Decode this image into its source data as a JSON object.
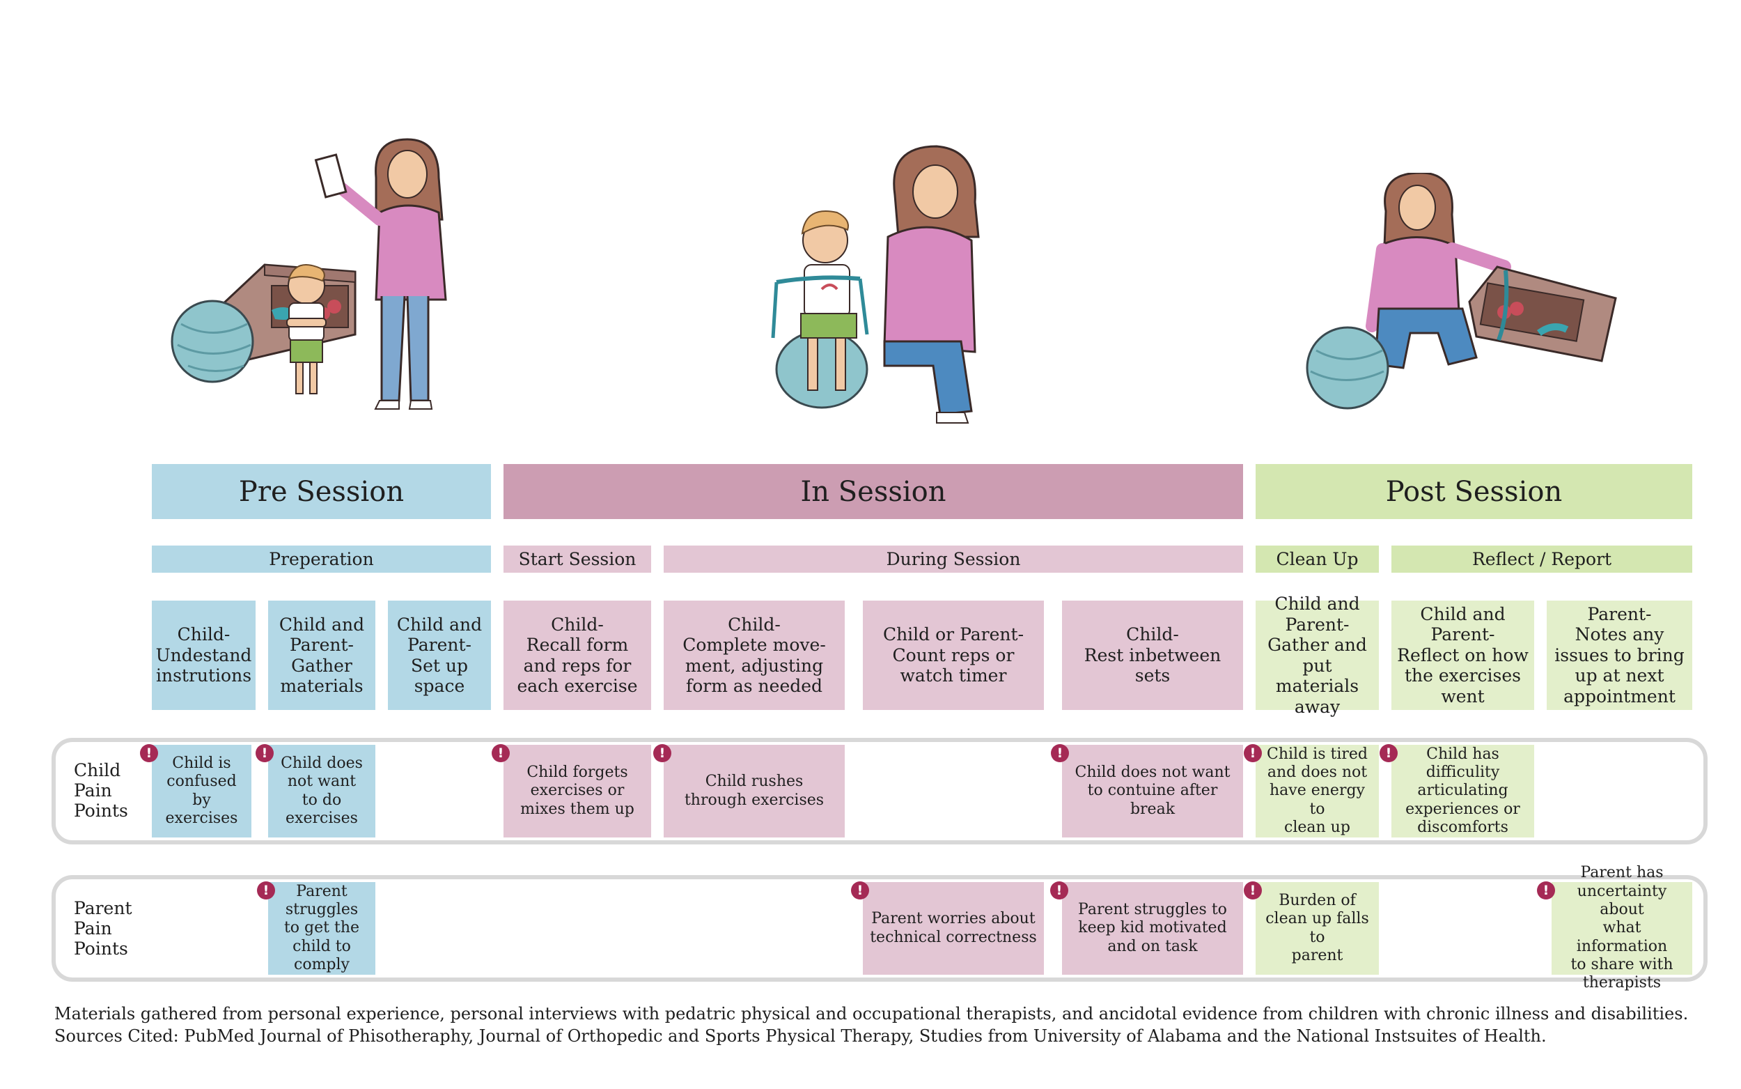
{
  "phases": {
    "pre": "Pre Session",
    "in": "In Session",
    "post": "Post Session"
  },
  "subphases": {
    "preperation": "Preperation",
    "start": "Start Session",
    "during": "During Session",
    "cleanup": "Clean Up",
    "reflect": "Reflect / Report"
  },
  "steps": [
    "Child-\nUndestand\ninstrutions",
    "Child and\nParent-\nGather\nmaterials",
    "Child and\nParent-\nSet up\nspace",
    "Child-\nRecall form\nand reps for\neach exercise",
    "Child-\nComplete move-\nment, adjusting\nform as needed",
    "Child or Parent-\nCount reps or\nwatch timer",
    "Child-\nRest inbetween\nsets",
    "Child and\nParent-\nGather and put\nmaterials away",
    "Child and\nParent-\nReflect on how\nthe exercises\nwent",
    "Parent-\nNotes any\nissues to bring\nup at next\nappointment"
  ],
  "rows": {
    "child_label": "Child\nPain\nPoints",
    "parent_label": "Parent\nPain\nPoints"
  },
  "child_pain": [
    "Child is\nconfused\nby\nexercises",
    "Child does\nnot want\nto do\nexercises",
    "Child forgets\nexercises or\nmixes them up",
    "Child rushes\nthrough exercises",
    "Child does not want\nto contuine after\nbreak",
    "Child is tired\nand does not\nhave energy\nto\nclean up",
    "Child has\ndifficulity\narticulating\nexperiences or\ndiscomforts"
  ],
  "parent_pain": [
    "Parent\nstruggles\nto get the\nchild to\ncomply",
    "Parent worries about\ntechnical correctness",
    "Parent struggles to\nkeep kid motivated\nand on task",
    "Burden of\nclean up falls\nto\nparent",
    "Parent has\nuncertainty about\nwhat information\nto share with\ntherapists"
  ],
  "alert_glyph": "!",
  "footer": {
    "line1": "Materials gathered from personal experience, personal interviews with pedatric physical and occupational therapists, and ancidotal evidence from children with chronic illness and disabilities.",
    "line2": "Sources Cited: PubMed Journal of Phisotheraphy, Journal of Orthopedic and Sports Physical Therapy, Studies from University of Alabama and the National Instsuites of Health."
  },
  "colors": {
    "pre": "#b3d8e6",
    "in_phase": "#cc9db2",
    "in": "#e3c6d4",
    "post_sub": "#d4e7b1",
    "post": "#e3efcb",
    "alert": "#a52a55"
  },
  "illustrations": [
    "parent-with-paper-and-pouting-child-illustration",
    "parent-helping-child-on-ball-illustration",
    "parent-putting-away-materials-illustration"
  ]
}
